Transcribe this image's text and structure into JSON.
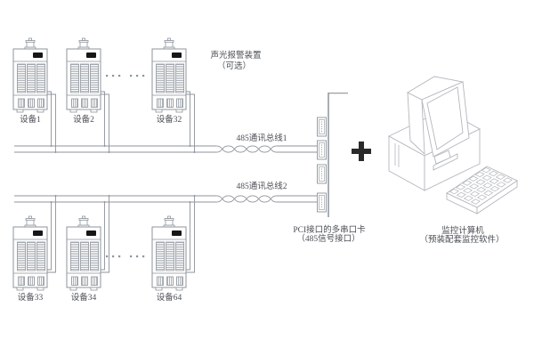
{
  "rows": [
    {
      "devices": [
        "设备1",
        "设备2",
        "设备32"
      ],
      "has_ellipsis": true
    },
    {
      "devices": [
        "设备33",
        "设备34",
        "设备64"
      ],
      "has_ellipsis": true
    }
  ],
  "alarm_note": {
    "line1": "声光报警装置",
    "line2": "（可选）"
  },
  "buses": [
    {
      "label": "485通讯总线1"
    },
    {
      "label": "485通讯总线2"
    }
  ],
  "card": {
    "line1": "PCI接口的多串口卡",
    "line2": "（485信号接口）",
    "ports": 4
  },
  "plus": "+",
  "computer": {
    "line1": "监控计算机",
    "line2": "（预装配套监控软件）"
  },
  "colors": {
    "line": "#8e949b",
    "light_line": "#b3b7bc",
    "text": "#4a4e54",
    "display": "#161616",
    "plus": "#2a2a2a",
    "background": "#ffffff"
  }
}
